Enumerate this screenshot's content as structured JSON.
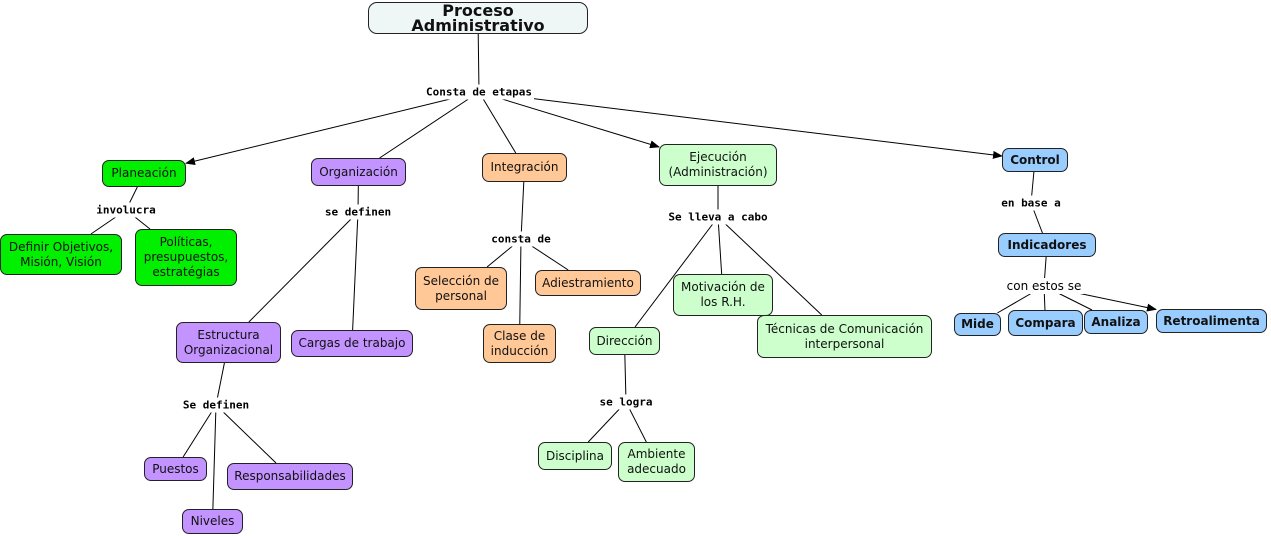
{
  "colors": {
    "planeacion": "#00f000",
    "organizacion": "#c393ff",
    "integracion": "#ffc896",
    "ejecucion": "#ccffcc",
    "control": "#99ccff",
    "title": "#eef6f6"
  },
  "nodes": {
    "title": "Proceso Administrativo",
    "planeacion": "Planeación",
    "organizacion": "Organización",
    "integracion": "Integración",
    "ejecucion": "Ejecución (Administración)",
    "control": "Control",
    "definir": "Definir Objetivos, Misión, Visión",
    "politicas": "Políticas, presupuestos, estratégias",
    "estructura": "Estructura Organizacional",
    "cargas": "Cargas de trabajo",
    "puestos": "Puestos",
    "responsabilidades": "Responsabilidades",
    "niveles": "Niveles",
    "seleccion": "Selección de personal",
    "adiestramiento": "Adiestramiento",
    "clase": "Clase de inducción",
    "motivacion": "Motivación de los R.H.",
    "direccion": "Dirección",
    "tecnicas": "Técnicas de Comunicación interpersonal",
    "disciplina": "Disciplina",
    "ambiente": "Ambiente adecuado",
    "indicadores": "Indicadores",
    "mide": "Mide",
    "compara": "Compara",
    "analiza": "Analiza",
    "retro": "Retroalimenta"
  },
  "links": {
    "etapas": "Consta de etapas",
    "involucra": "involucra",
    "sedefinen1": "se definen",
    "sedefinen2": "Se definen",
    "constade": "consta de",
    "selleva": "Se lleva a cabo",
    "selogra": "se logra",
    "enbase": "en base a",
    "conestos": "con estos se"
  }
}
